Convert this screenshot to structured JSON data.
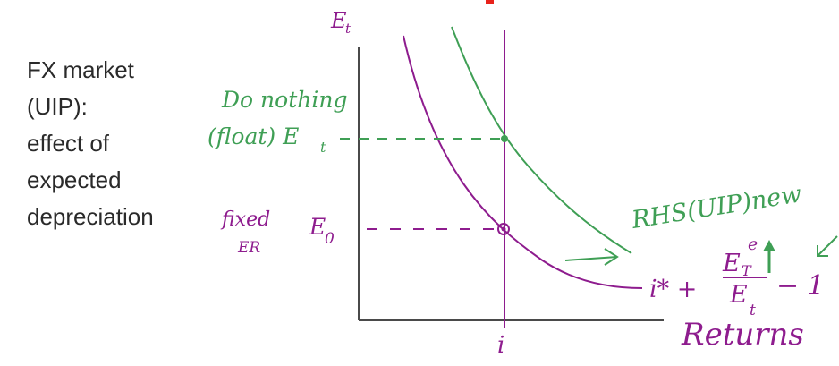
{
  "side_title": {
    "lines": [
      "FX market",
      "(UIP):",
      "effect of",
      "expected",
      "depreciation"
    ]
  },
  "axes": {
    "y_label": "E",
    "y_label_sub": "t",
    "x_label": "Returns",
    "i_label": "i"
  },
  "levels": {
    "float_line1": "Do nothing",
    "float_line2": "(float) E",
    "float_sub": "t",
    "fixed_top": "fixed",
    "fixed_bottom": "ER",
    "fixed_symbol": "E",
    "fixed_symbol_sub": "0"
  },
  "curve_labels": {
    "rhs_new": "RHS(UIP)new",
    "formula_istar": "i* +",
    "formula_num": "E",
    "formula_num_sup": "e",
    "formula_num_sub": "T",
    "formula_den": "E",
    "formula_den_sub": "t",
    "formula_minus_one": "− 1"
  },
  "colors": {
    "purple": "#8e1c8e",
    "green": "#3f9f55",
    "axis": "#4a4a4a",
    "red": "#e8221b"
  }
}
